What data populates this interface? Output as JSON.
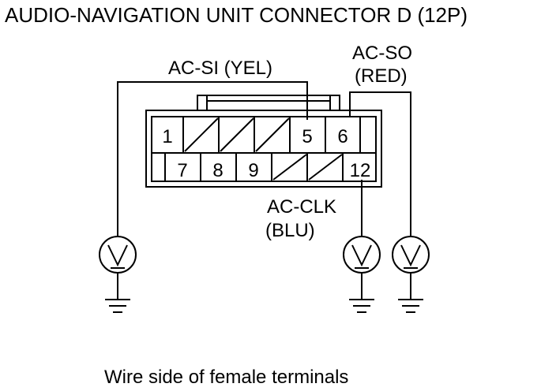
{
  "title": "AUDIO-NAVIGATION UNIT CONNECTOR D (12P)",
  "caption": "Wire side of female terminals",
  "wires": {
    "ac_si": "AC-SI (YEL)",
    "ac_so_name": "AC-SO",
    "ac_so_color": "(RED)",
    "ac_clk_name": "AC-CLK",
    "ac_clk_color": "(BLU)"
  },
  "connector": {
    "top_row": [
      "1",
      "",
      "",
      "",
      "5",
      "6",
      ""
    ],
    "bottom_row": [
      "",
      "7",
      "8",
      "9",
      "",
      "",
      "12"
    ]
  },
  "icons": {
    "meter": "voltmeter-icon",
    "ground": "ground-icon"
  }
}
